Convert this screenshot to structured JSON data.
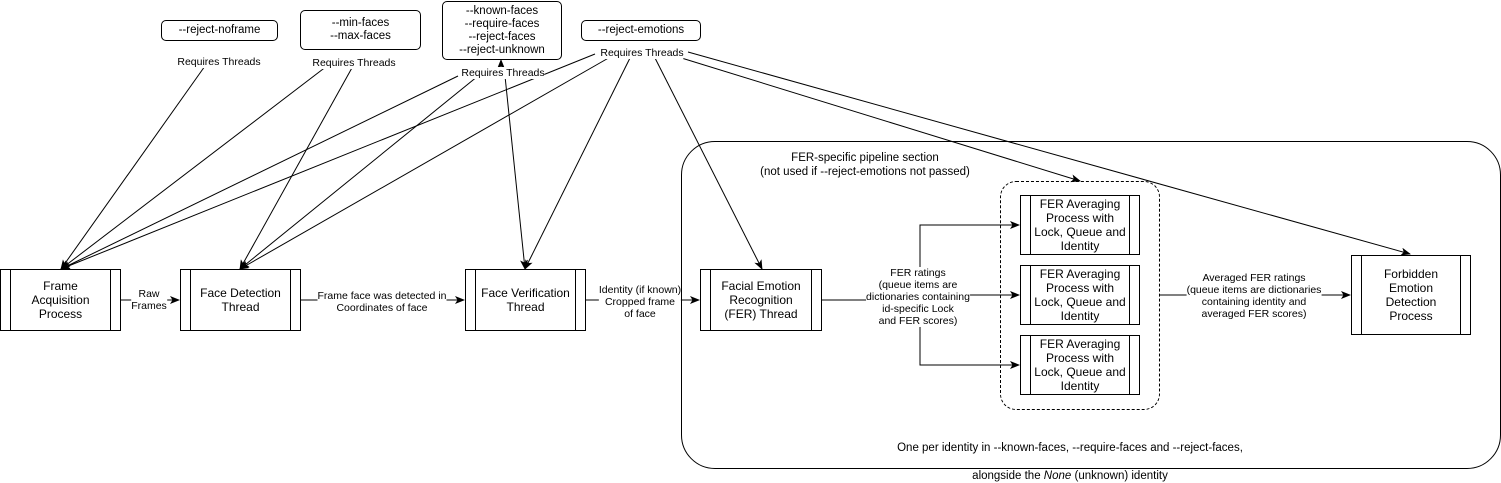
{
  "flags": {
    "reject_noframe": "--reject-noframe",
    "faces_minmax": "--min-faces\n--max-faces",
    "identity_flags": "--known-faces\n--require-faces\n--reject-faces\n--reject-unknown",
    "reject_emotions": "--reject-emotions"
  },
  "requires_threads": "Requires Threads",
  "processes": {
    "frame_acquisition": "Frame\nAcquisition\nProcess",
    "face_detection": "Face Detection\nThread",
    "face_verification": "Face Verification\nThread",
    "fer_thread": "Facial Emotion\nRecognition\n(FER) Thread",
    "fer_avg_1": "FER Averaging\nProcess with\nLock, Queue and\nIdentity",
    "fer_avg_2": "FER Averaging\nProcess with\nLock, Queue and\nIdentity",
    "fer_avg_3": "FER Averaging\nProcess with\nLock, Queue and\nIdentity",
    "forbidden_emotion": "Forbidden\nEmotion\nDetection\nProcess"
  },
  "edges": {
    "raw_frames": "Raw\nFrames",
    "frame_face": "Frame face was detected in\nCoordinates of face",
    "identity_crop": "Identity (if known)\nCropped frame\nof face",
    "fer_ratings": "FER ratings\n(queue items are\ndictionaries containing\nid-specific Lock\nand FER scores)",
    "averaged_ratings": "Averaged FER ratings\n(queue items are dictionaries\ncontaining identity and\naveraged FER scores)"
  },
  "group": {
    "title": "FER-specific pipeline section\n(not used if --reject-emotions not passed)",
    "footer_line1": "One per identity in --known-faces, --require-faces and --reject-faces,",
    "footer_line2_pre": "alongside the ",
    "footer_line2_em": "None",
    "footer_line2_post": " (unknown) identity"
  }
}
